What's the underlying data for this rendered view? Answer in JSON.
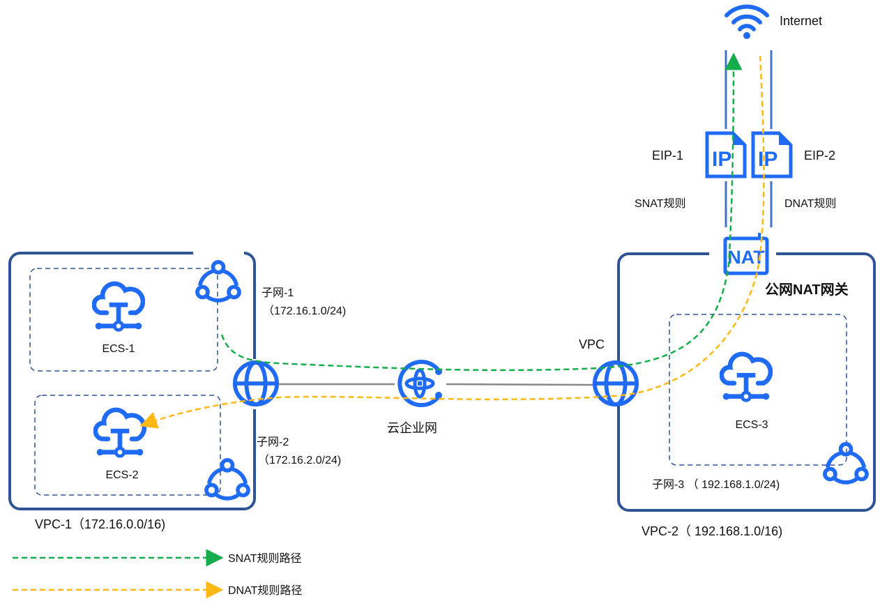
{
  "colors": {
    "icon": "#1f6bf5",
    "vpc_border": "#2f5494",
    "snat_path": "#13ad4b",
    "dnat_path": "#fdb813",
    "link": "#888888"
  },
  "internet": {
    "label": "Internet",
    "icon": "wifi-icon"
  },
  "eips": [
    {
      "label": "EIP-1",
      "icon": "ip-document-icon"
    },
    {
      "label": "EIP-2",
      "icon": "ip-document-icon"
    }
  ],
  "rules": {
    "snat": "SNAT规则",
    "dnat": "DNAT规则"
  },
  "nat": {
    "icon_text": "NAT",
    "label": "公网NAT网关"
  },
  "vpc1": {
    "label": "VPC-1（172.16.0.0/16)",
    "subnets": [
      {
        "name": "子网-1",
        "cidr": "（172.16.1.0/24)",
        "ecs": "ECS-1"
      },
      {
        "name": "子网-2",
        "cidr": "（172.16.2.0/24)",
        "ecs": "ECS-2"
      }
    ]
  },
  "cen": {
    "label": "云企业网"
  },
  "vpc2": {
    "label": "VPC-2（ 192.168.1.0/16)",
    "router_label": "VPC",
    "subnet": {
      "label": "子网-3 （ 192.168.1.0/24)",
      "ecs": "ECS-3"
    }
  },
  "legend": [
    {
      "label": "SNAT规则路径"
    },
    {
      "label": "DNAT规则路径"
    }
  ]
}
